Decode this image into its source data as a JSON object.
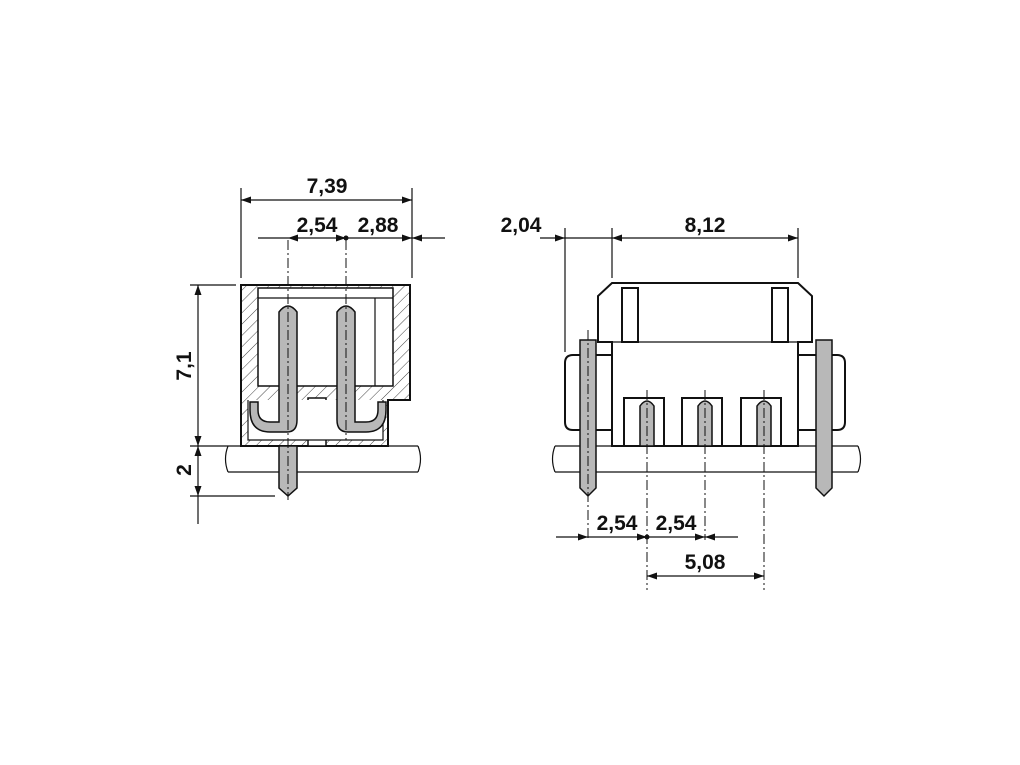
{
  "side_view": {
    "dims": {
      "overall_width": "7,39",
      "pin_pitch": "2,54",
      "pin_to_edge": "2,88",
      "height": "7,1",
      "pin_length": "2"
    }
  },
  "front_view": {
    "dims": {
      "offset": "2,04",
      "body_width": "8,12",
      "pitch_a": "2,54",
      "pitch_b": "2,54",
      "span": "5,08"
    }
  }
}
